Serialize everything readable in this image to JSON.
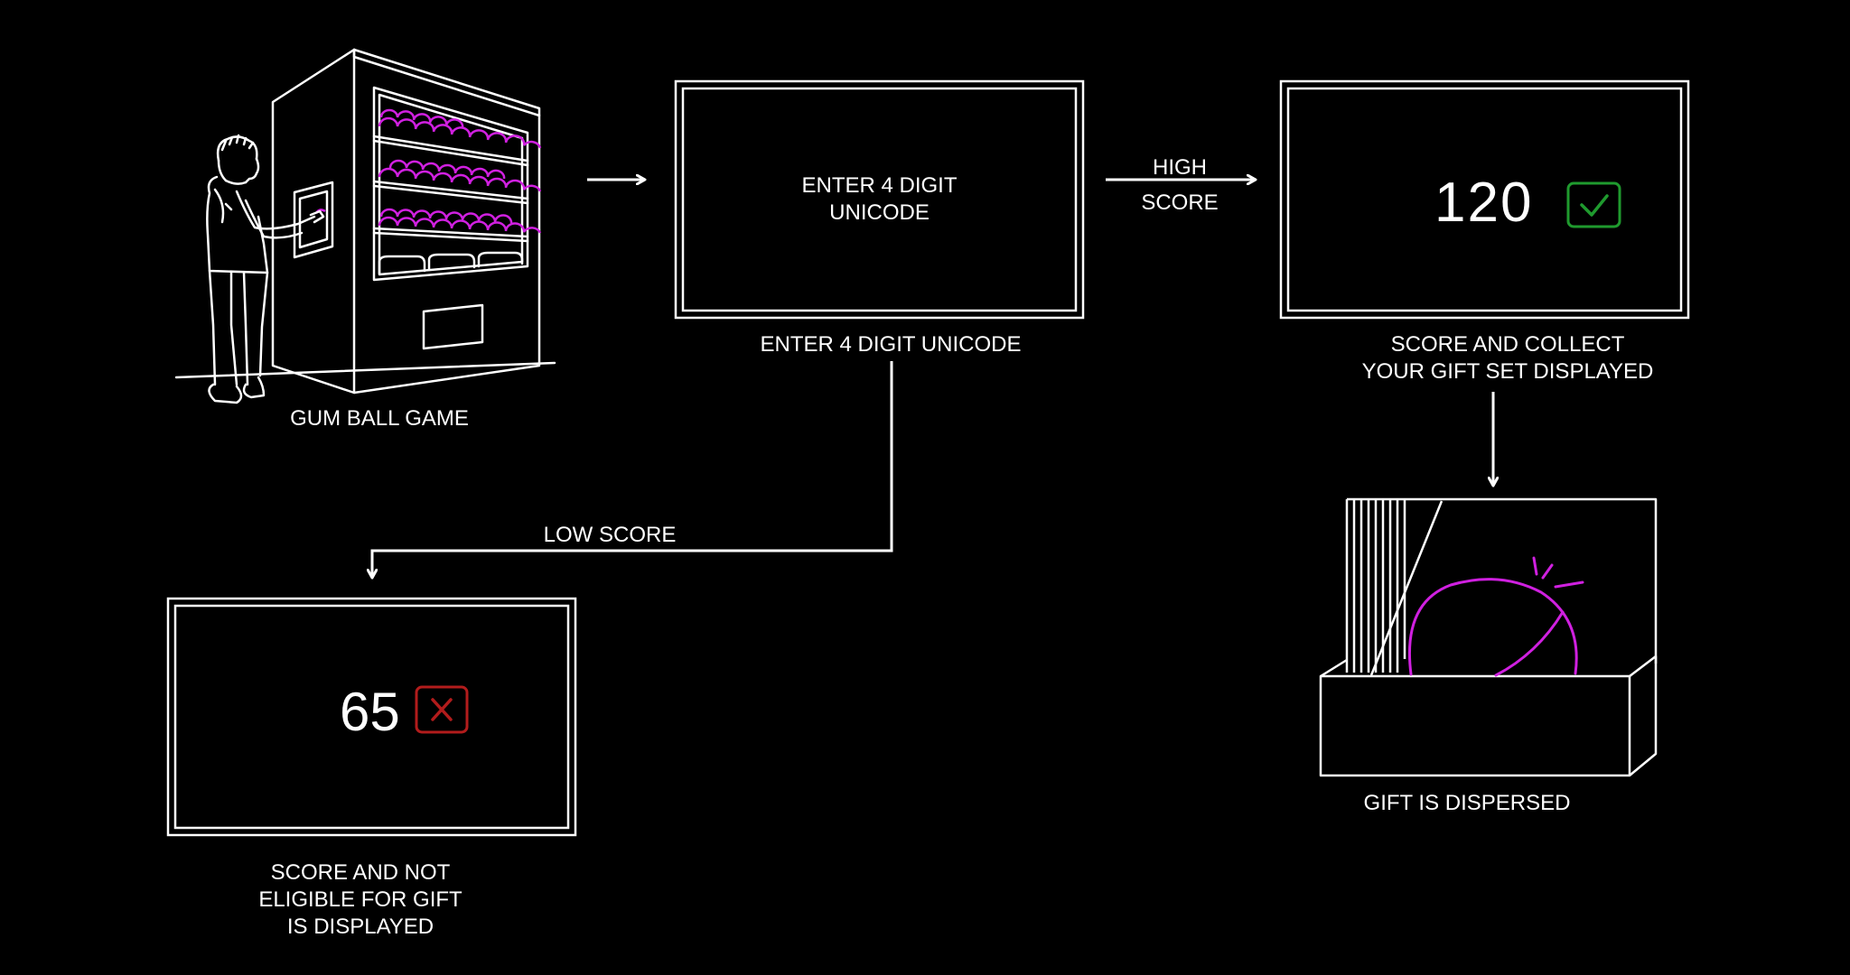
{
  "diagram": {
    "colors": {
      "background": "#000000",
      "line": "#ffffff",
      "gumball": "#d020e0",
      "success": "#1f9a2e",
      "fail": "#b21c1c"
    },
    "nodes": {
      "gumball_machine": {
        "label": "GUM BALL GAME"
      },
      "enter_code": {
        "screen_lines": [
          "ENTER 4 DIGIT",
          "UNICODE"
        ],
        "caption": "ENTER 4 DIGIT UNICODE"
      },
      "high_score": {
        "score": "120",
        "icon": "check-icon",
        "caption_lines": [
          "SCORE AND COLLECT",
          "YOUR GIFT SET DISPLAYED"
        ]
      },
      "low_score": {
        "score": "65",
        "icon": "x-icon",
        "caption_lines": [
          "SCORE AND NOT",
          "ELIGIBLE FOR GIFT",
          "IS DISPLAYED"
        ]
      },
      "gift": {
        "caption": "GIFT IS DISPERSED"
      }
    },
    "edges": {
      "high": {
        "label_lines": [
          "HIGH",
          "SCORE"
        ]
      },
      "low": {
        "label": "LOW SCORE"
      }
    }
  }
}
